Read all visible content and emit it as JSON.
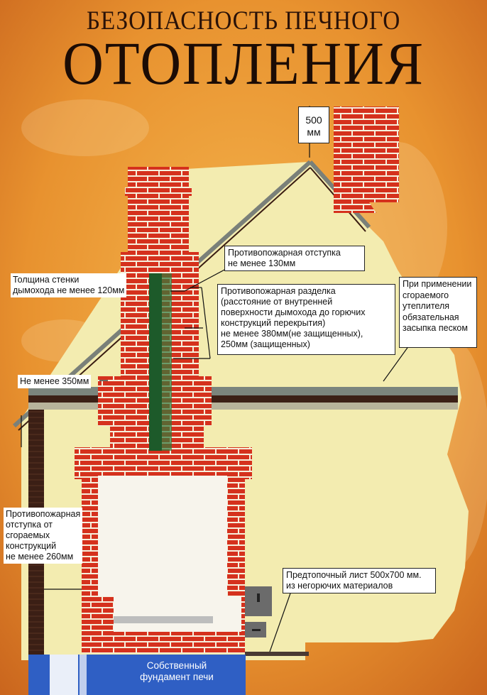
{
  "title": {
    "line1": "БЕЗОПАСНОСТЬ ПЕЧНОГО",
    "line2": "ОТОПЛЕНИЯ"
  },
  "labels": {
    "chimney_height": "500\nмм",
    "fire_setback_roof": "Противопожарная отступка\nне менее 130мм",
    "wall_thickness": "Толщина стенки\nдымохода не менее 120мм",
    "fire_separation": "Противопожарная разделка\n(расстояние от внутренней\nповерхности дымохода до горючих\nконструкций перекрытия)\nне менее 380мм(не защищенных),\n250мм (защищенных)",
    "insulation": "При применении\nсгораемого\nутеплителя\nобязательная\nзасыпка песком",
    "min_350": "Не менее 350мм",
    "fire_setback_wall": "Противопожарная\nотступка от\nсгораемых\nконструкций\nне менее 260мм",
    "pre_furnace_sheet": "Предтопочный лист 500х700 мм.\nиз негорючих материалов",
    "foundation": "Собственный\nфундамент печи"
  },
  "colors": {
    "background": "#e89a3a",
    "wall": "#f3ecb0",
    "brick": "#d8321e",
    "mortar": "#f7efd8",
    "flue": "#1d5a2a",
    "foundation": "#2f5fc4",
    "roof": "#6f7a72",
    "floor": "#3a2016"
  }
}
